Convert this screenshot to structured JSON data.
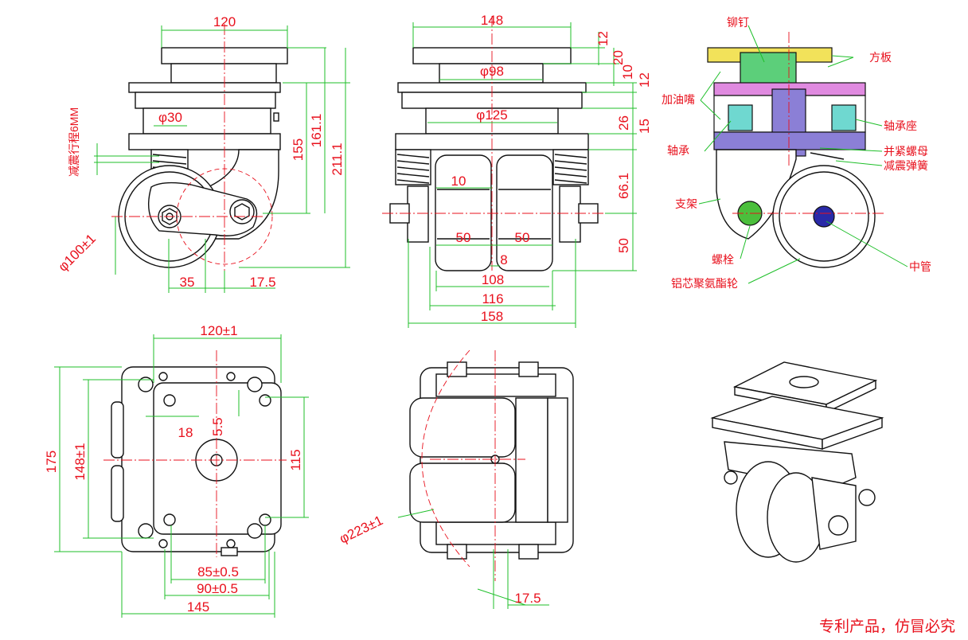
{
  "side_view": {
    "dims": {
      "top_width": "120",
      "hole_dia": "φ30",
      "travel": "减震行程6MM",
      "h155": "155",
      "h161": "161.1",
      "h211": "211.1",
      "wheel_dia": "φ100±1",
      "offset35": "35",
      "offset17": "17.5"
    }
  },
  "front_view": {
    "dims": {
      "w148": "148",
      "d98": "φ98",
      "d125": "φ125",
      "w10": "10",
      "w50a": "50",
      "w50b": "50",
      "w8": "8",
      "w108": "108",
      "w116": "116",
      "w158": "158",
      "v12a": "12",
      "v20": "20",
      "v10": "10",
      "v12b": "12",
      "v26": "26",
      "v15": "15",
      "v66": "66.1",
      "v50": "50"
    }
  },
  "section_view": {
    "labels": {
      "rivet": "铆钉",
      "plate": "方板",
      "grease": "加油嘴",
      "bearing_seat": "轴承座",
      "bearing": "轴承",
      "lock_nut": "并紧螺母",
      "spring": "减震弹簧",
      "bracket": "支架",
      "bolt": "螺栓",
      "center_tube": "中管",
      "wheel": "铝芯聚氨酯轮"
    }
  },
  "top_view": {
    "dims": {
      "w120": "120±1",
      "s18": "18",
      "s5": "5.5",
      "h175": "175",
      "h148": "148±1",
      "h115": "115",
      "w85": "85±0.5",
      "w90": "90±0.5",
      "w145": "145"
    }
  },
  "bottom_view": {
    "dims": {
      "d223": "φ223±1",
      "w17": "17.5"
    }
  },
  "footer": "专利产品，仿冒必究"
}
